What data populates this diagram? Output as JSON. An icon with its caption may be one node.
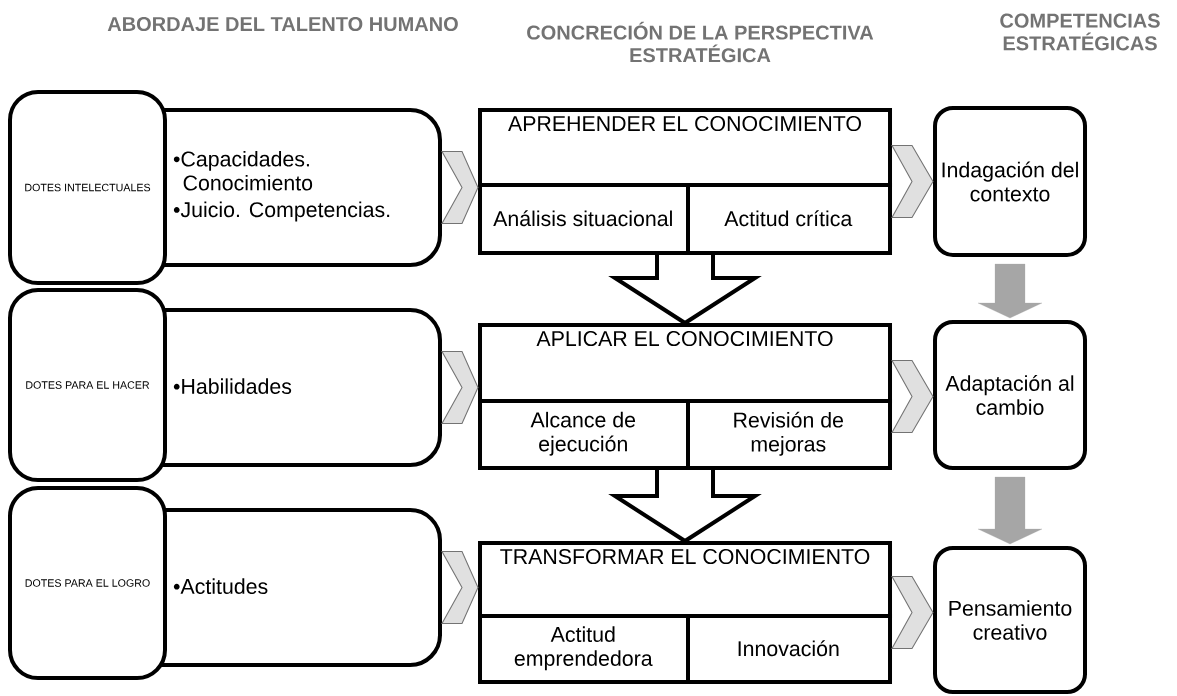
{
  "diagram": {
    "nodes": [
      {
        "text": [
          "DOTES INTELECTUALES"
        ]
      },
      {
        "text": [
          "•Capacidades. Conocimiento",
          "•Juicio. Competencias."
        ]
      },
      {
        "text": [
          "APREHENDER EL CONOCIMIENTO"
        ]
      },
      {
        "text": [
          "Análisis situacional"
        ],
        "in": 2
      },
      {
        "text": [
          "Actitud crítica"
        ],
        "in": 2
      },
      {
        "text": [
          "Indagación del contexto"
        ]
      },
      {
        "text": [
          "DOTES PARA EL HACER"
        ]
      },
      {
        "text": [
          "•Habilidades"
        ]
      },
      {
        "text": [
          "APLICAR EL CONOCIMIENTO"
        ]
      },
      {
        "text": [
          "Alcance de ejecución"
        ],
        "in": 8
      },
      {
        "text": [
          "Revisión de mejoras"
        ],
        "in": 8
      },
      {
        "text": [
          "Adaptación al cambio"
        ]
      },
      {
        "text": [
          "DOTES PARA EL LOGRO"
        ]
      },
      {
        "text": [
          "•Actitudes"
        ]
      },
      {
        "text": [
          "TRANSFORMAR EL CONOCIMIENTO"
        ]
      },
      {
        "text": [
          "Actitud emprendedora"
        ],
        "in": 14
      },
      {
        "text": [
          "Innovación"
        ],
        "in": 14
      },
      {
        "text": [
          "Pensamiento creativo"
        ]
      }
    ],
    "edges": [
      {
        "from": 1,
        "to": 2,
        "arrow": "to"
      },
      {
        "from": 2,
        "to": 5,
        "arrow": "to"
      },
      {
        "from": 2,
        "to": 8,
        "arrow": "to",
        "style": "thick"
      },
      {
        "from": 5,
        "to": 11,
        "arrow": "to",
        "color": "#a6a6a6"
      },
      {
        "from": 7,
        "to": 8,
        "arrow": "to"
      },
      {
        "from": 8,
        "to": 11,
        "arrow": "to"
      },
      {
        "from": 8,
        "to": 14,
        "arrow": "to",
        "style": "thick"
      },
      {
        "from": 11,
        "to": 17,
        "arrow": "to",
        "color": "#a6a6a6"
      },
      {
        "from": 13,
        "to": 14,
        "arrow": "to"
      },
      {
        "from": 14,
        "to": 17,
        "arrow": "to"
      }
    ],
    "labels": [
      "ABORDAJE DEL TALENTO HUMANO",
      "CONCRECIÓN DE LA PERSPECTIVA ESTRATÉGICA",
      "COMPETENCIAS ESTRATÉGICAS"
    ]
  }
}
